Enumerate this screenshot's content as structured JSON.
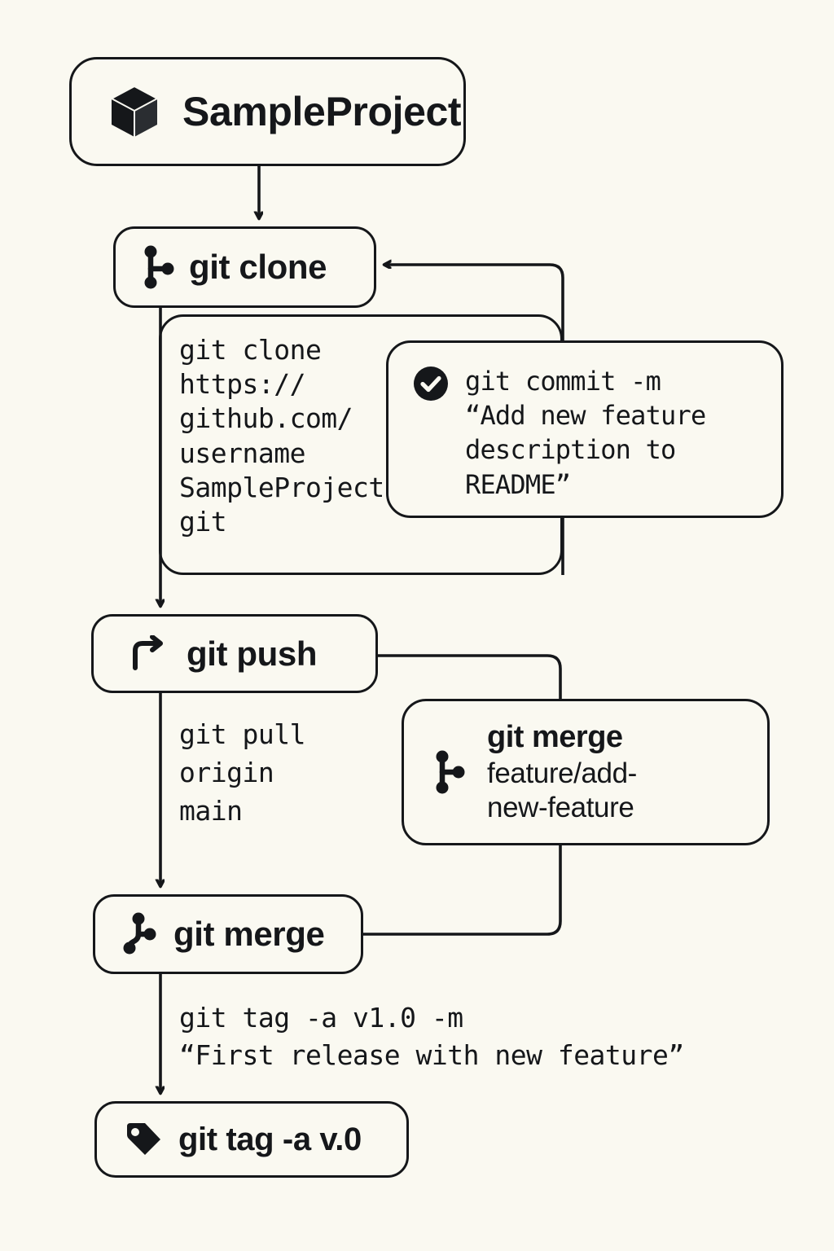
{
  "diagram": {
    "title": "Git workflow flowchart",
    "background_color": "#faf9f1",
    "ink_color": "#15171a"
  },
  "nodes": {
    "project": {
      "label": "SampleProject",
      "icon": "cube-icon"
    },
    "clone": {
      "label": "git clone",
      "icon": "git-branch-icon"
    },
    "push": {
      "label": "git push",
      "icon": "arrow-turn-up-right-icon"
    },
    "merge": {
      "label": "git merge",
      "icon": "git-merge-icon"
    },
    "tag": {
      "label": "git tag -a v.0",
      "icon": "tag-icon"
    }
  },
  "annotations": {
    "clone_command": "git clone\nhttps://\ngithub.com/\nusername\nSampleProject\ngit",
    "pull_command": "git pull\norigin\nmain",
    "tag_command": "git tag -a v1.0 -m\n“First release with new feature”"
  },
  "callouts": {
    "commit": {
      "icon": "check-circle-icon",
      "text": "git commit -m\n  “Add new feature\ndescription to\nREADME”"
    },
    "merge_feature": {
      "icon": "git-branch-icon",
      "title": "git merge",
      "branch": "feature/add-\nnew-feature"
    }
  }
}
